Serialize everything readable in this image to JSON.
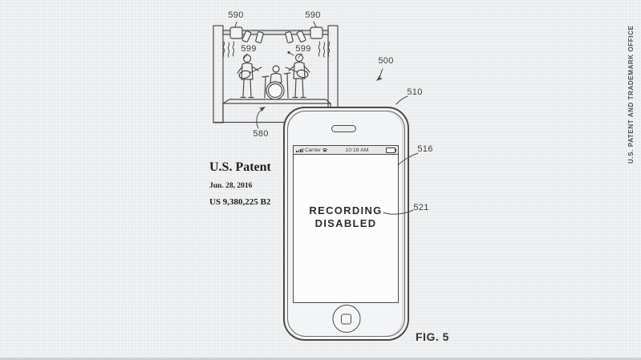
{
  "colors": {
    "background": "#f1f2f3",
    "line": "#4a4a4a",
    "screen_bg": "#fcfcfc",
    "bottom_strip": "#ccd0d3"
  },
  "patent_header": {
    "title": "U.S. Patent",
    "date": "Jun. 28, 2016",
    "number": "US 9,380,225 B2"
  },
  "side_text": "U.S. PATENT AND TRADEMARK OFFICE",
  "figure": {
    "caption": "FIG. 5",
    "refs": {
      "emitter_left": "590",
      "emitter_right": "590",
      "performer_left": "599",
      "performer_right": "599",
      "stage": "580",
      "environment": "500",
      "device": "510",
      "display": "516",
      "notice": "521"
    }
  },
  "phone": {
    "status_bar": {
      "carrier": "Carrier",
      "time": "10:16 AM"
    },
    "message": {
      "line1": "RECORDING",
      "line2": "DISABLED"
    }
  }
}
